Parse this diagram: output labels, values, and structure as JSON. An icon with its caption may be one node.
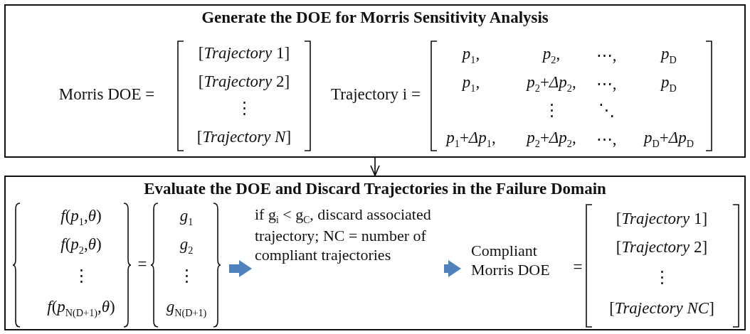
{
  "diagram": {
    "nodes": [
      {
        "text": [
          "Generate the DOE for Morris Sensitivity Analysis"
        ]
      },
      {
        "text": [
          "Evaluate the DOE and Discard Trajectories in the Failure Domain"
        ]
      },
      {
        "text": [
          "*f*(*p*$_{1}$,*θ*)",
          "*f*(*p*$_{2}$,*θ*)",
          "⋮",
          "*f*(*p*$_{N(D+1)}$,*θ*)",
          "=",
          "*g*$_{1}$",
          "*g*$_{2}$",
          "⋮",
          "*g*$_{N(D+1)}$"
        ],
        "in": 1
      },
      {
        "text": [
          "if g$_{i}$ < g$_{C}$, discard associated trajectory; NC = number of compliant trajectories"
        ],
        "in": 1
      },
      {
        "text": [
          "Compliant Morris DOE",
          "=",
          "[*Trajectory* 1]",
          "[*Trajectory* 2]",
          "⋮",
          "[*Trajectory NC*]"
        ],
        "in": 1
      }
    ],
    "edges": [
      {
        "from": 0,
        "to": 1,
        "arrow": "to",
        "color": "#000000"
      },
      {
        "from": 2,
        "to": 3,
        "arrow": "to",
        "color": "#4f81bd"
      },
      {
        "from": 3,
        "to": 4,
        "arrow": "to",
        "color": "#4f81bd"
      }
    ],
    "labels": [
      "Morris DOE =",
      "[*Trajectory* 1]",
      "[*Trajectory* 2]",
      "⋮",
      "[*Trajectory N*]",
      "Trajectory i =",
      "*p*$_{1}$,",
      "*p*$_{2}$,",
      "⋯,",
      "*p*$_{D}$",
      "*p*$_{1}$,",
      "*p*$_{2}$+*Δp*$_{2}$,",
      "⋯,",
      "*p*$_{D}$",
      "⋮",
      "⋱",
      "*p*$_{1}$+*Δp*$_{1}$,",
      "*p*$_{2}$+*Δp*$_{2}$,",
      "⋯,",
      "*p*$_{D}$+*Δp*$_{D}$"
    ]
  }
}
